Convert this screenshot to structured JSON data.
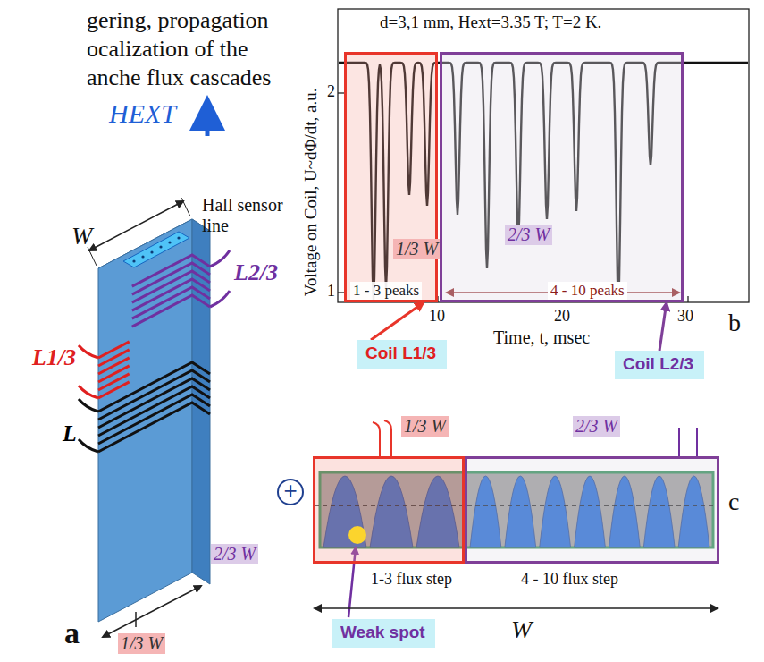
{
  "diagram": {
    "nodes": [
      {
        "text": [
          "1/3 W",
          "1 - 3 peaks"
        ]
      },
      {
        "text": [
          "2/3 W",
          "4 - 10 peaks"
        ]
      },
      {
        "text": [
          "Coil L1/3"
        ]
      },
      {
        "text": [
          "Coil L2/3"
        ]
      },
      {
        "text": [
          "+"
        ]
      },
      {
        "text": [
          "1/3 W",
          "1-3 flux step"
        ]
      },
      {
        "text": [
          "2/3 W",
          "4 - 10 flux step"
        ]
      },
      {
        "text": [
          "Weak spot"
        ]
      }
    ],
    "edges": [
      {
        "from": 2,
        "to": 0,
        "arrow": "to"
      },
      {
        "from": 3,
        "to": 1,
        "arrow": "to"
      }
    ],
    "labels": [
      "gering, propagation",
      "ocalization of the",
      "anche flux cascades",
      "HEXT",
      "Hall sensor line",
      "W",
      "L2/3",
      "L1/3",
      "L",
      "2/3 W",
      "1/3 W",
      "a",
      "d=3,1 mm, Hext=3.35 T; T=2 K.",
      "Voltage on Coil, U~dΦ/dt, a.u.",
      "2",
      "1",
      "10",
      "20",
      "30",
      "Time, t, msec",
      "b",
      "W",
      "c"
    ]
  }
}
